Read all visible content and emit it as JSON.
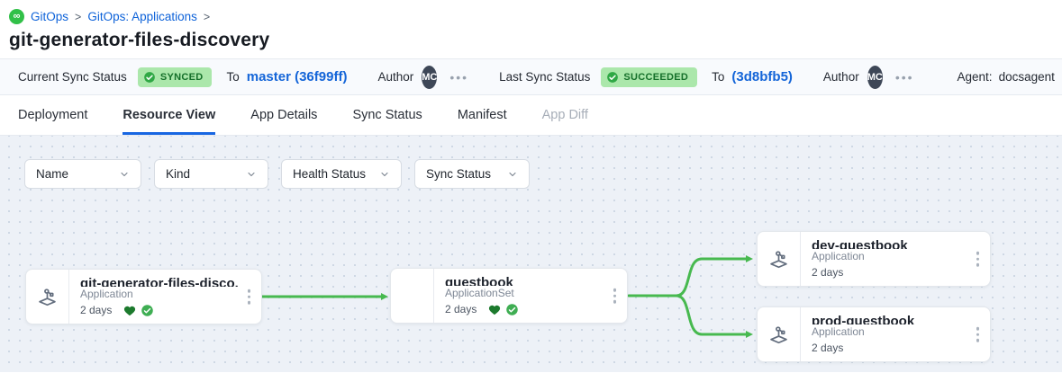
{
  "breadcrumb": {
    "logo_glyph": "∞",
    "items": [
      {
        "label": "GitOps"
      },
      {
        "label": "GitOps: Applications"
      }
    ],
    "separator": ">"
  },
  "page": {
    "title": "git-generator-files-discovery"
  },
  "status_bar": {
    "current": {
      "label": "Current Sync Status",
      "badge": "SYNCED",
      "to": "To",
      "revision": "master (36f99ff)",
      "author": "Author",
      "avatar": "MC"
    },
    "last": {
      "label": "Last Sync Status",
      "badge": "SUCCEEDED",
      "to": "To",
      "revision": "(3d8bfb5)",
      "author": "Author",
      "avatar": "MC"
    },
    "more_glyph": "•••",
    "agent_label": "Agent:",
    "agent_value": "docsagent"
  },
  "tabs": [
    {
      "label": "Deployment",
      "state": "normal"
    },
    {
      "label": "Resource View",
      "state": "active"
    },
    {
      "label": "App Details",
      "state": "normal"
    },
    {
      "label": "Sync Status",
      "state": "normal"
    },
    {
      "label": "Manifest",
      "state": "normal"
    },
    {
      "label": "App Diff",
      "state": "disabled"
    }
  ],
  "filters": [
    {
      "label": "Name"
    },
    {
      "label": "Kind"
    },
    {
      "label": "Health Status"
    },
    {
      "label": "Sync Status"
    }
  ],
  "graph": {
    "nodes": [
      {
        "title": "git-generator-files-disco...",
        "kind": "Application",
        "age": "2 days"
      },
      {
        "title": "guestbook",
        "kind": "ApplicationSet",
        "age": "2 days"
      },
      {
        "title": "dev-guestbook",
        "kind": "Application",
        "age": "2 days"
      },
      {
        "title": "prod-guestbook",
        "kind": "Application",
        "age": "2 days"
      }
    ]
  },
  "colors": {
    "accent_blue": "#1766e2",
    "link_blue": "#0d62d9",
    "edge_green": "#47b94f",
    "badge_bg": "#abe7ab",
    "badge_text": "#15702a",
    "health_heart_green": "#1c7a2d",
    "sync_check_green": "#3fae53",
    "logo_green": "#31c048"
  }
}
